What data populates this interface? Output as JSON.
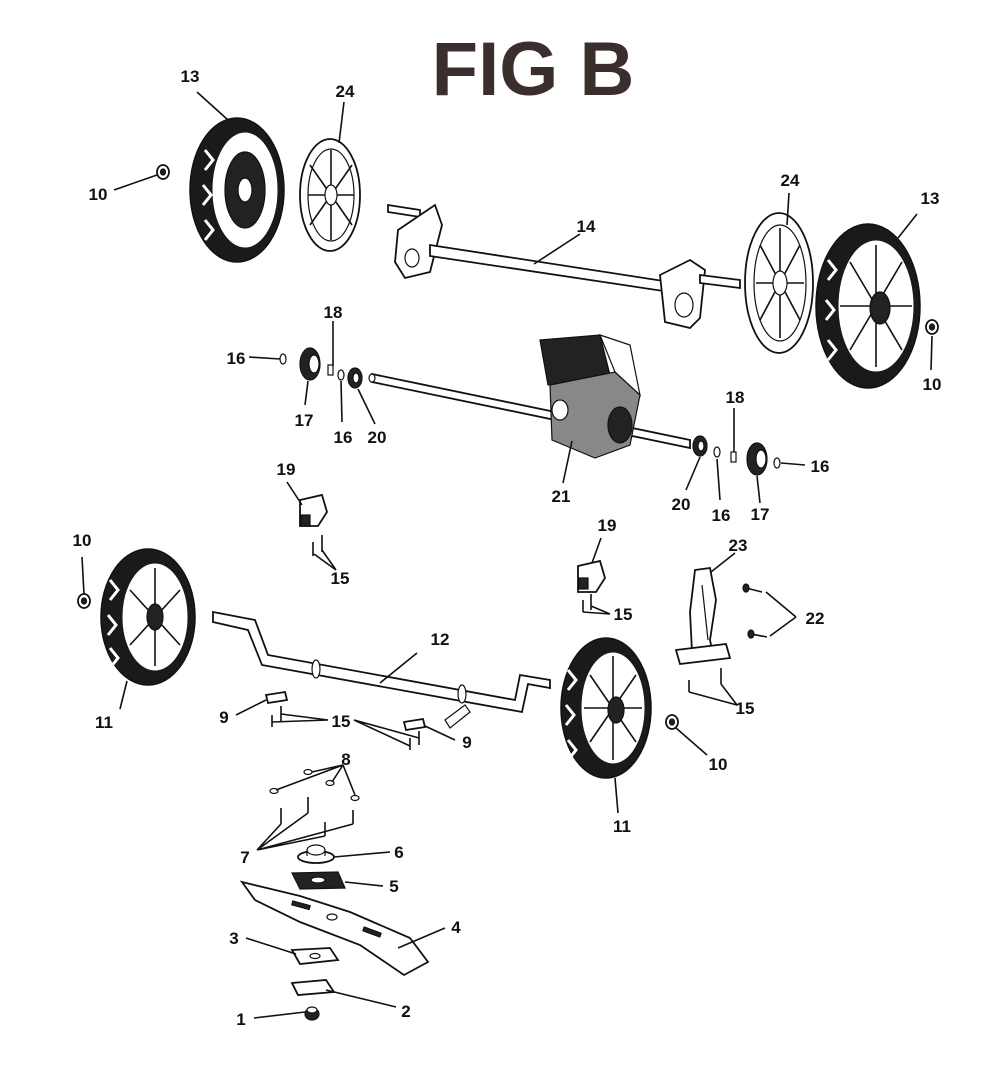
{
  "figure": {
    "title": "FIG B"
  },
  "callouts": {
    "c1": "1",
    "c2": "2",
    "c3": "3",
    "c4": "4",
    "c5": "5",
    "c6": "6",
    "c7": "7",
    "c8": "8",
    "c9a": "9",
    "c9b": "9",
    "c10a": "10",
    "c10b": "10",
    "c10c": "10",
    "c10d": "10",
    "c11a": "11",
    "c11b": "11",
    "c12": "12",
    "c13a": "13",
    "c13b": "13",
    "c14": "14",
    "c15a": "15",
    "c15b": "15",
    "c15c": "15",
    "c15d": "15",
    "c16a": "16",
    "c16b": "16",
    "c16c": "16",
    "c16d": "16",
    "c17a": "17",
    "c17b": "17",
    "c18a": "18",
    "c18b": "18",
    "c19a": "19",
    "c19b": "19",
    "c20a": "20",
    "c20b": "20",
    "c21": "21",
    "c22": "22",
    "c23": "23",
    "c24a": "24",
    "c24b": "24"
  },
  "colors": {
    "title": "#3a2f2c",
    "ink": "#111111",
    "background": "#ffffff"
  }
}
